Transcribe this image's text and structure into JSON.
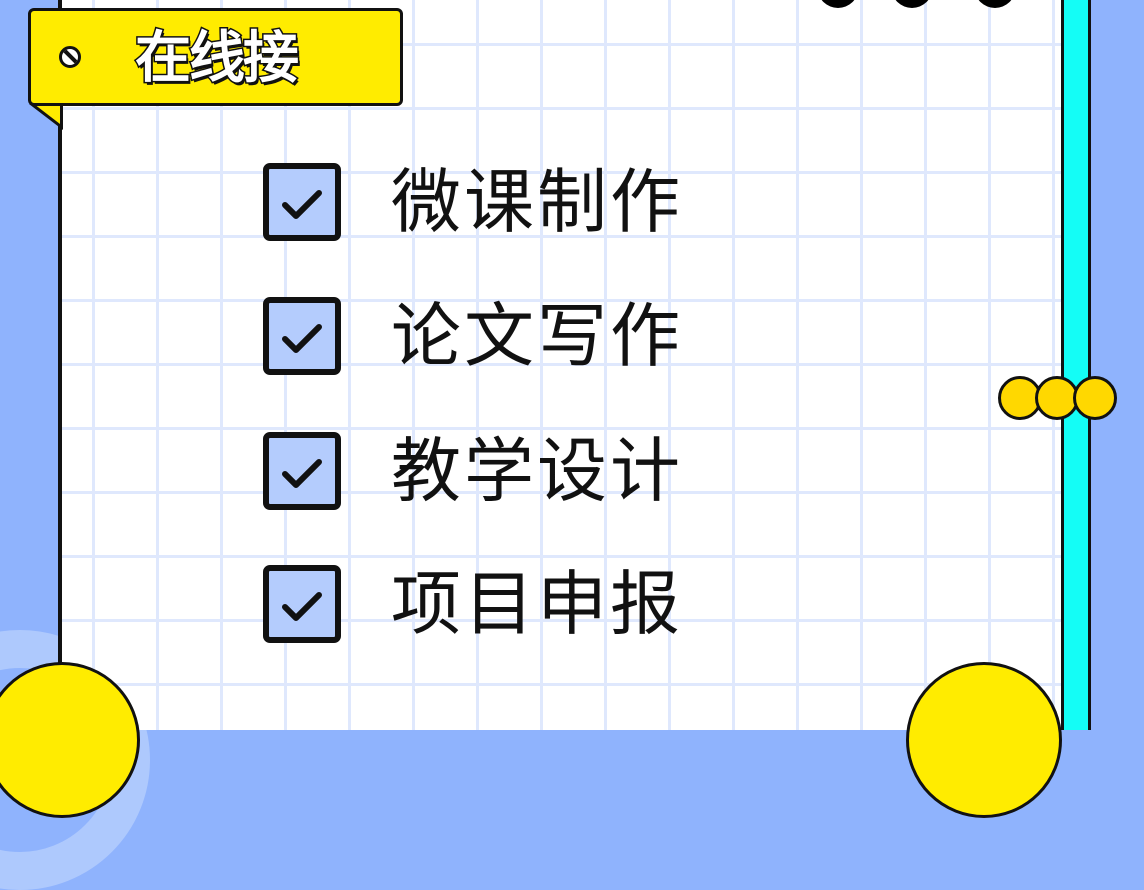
{
  "banner": {
    "title": "在线接",
    "icon": "screw-icon"
  },
  "checklist": {
    "items": [
      {
        "label": "微课制作",
        "checked": true
      },
      {
        "label": "论文写作",
        "checked": true
      },
      {
        "label": "教学设计",
        "checked": true
      },
      {
        "label": "项目申报",
        "checked": true
      }
    ]
  },
  "colors": {
    "background_blue": "#8fb3fd",
    "banner_yellow": "#ffec00",
    "accent_cyan": "#14fdf6",
    "checkbox_fill": "#b4ccfd",
    "grid_line": "#dfe8fd",
    "dot_yellow": "#ffd800"
  }
}
